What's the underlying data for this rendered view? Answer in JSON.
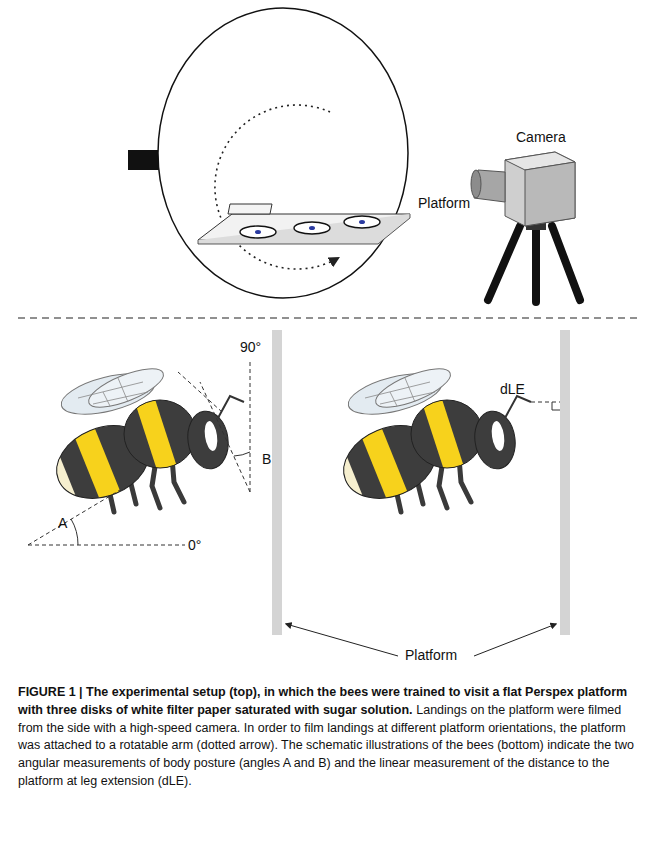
{
  "diagram": {
    "title": "FIGURE 1 | The experimental setup (top), in which the bees were trained to visit a flat Perspex platform with three disks of white filter paper saturated with sugar solution.",
    "caption": "Landings on the platform were filmed from the side with a high-speed camera. In order to film landings at different platform orientations, the platform was attached to a rotatable arm (dotted arrow). The schematic illustrations of the bees (bottom) indicate the two angular measurements of body posture (angles A and B) and the linear measurement of the distance to the platform at leg extension (dLE).",
    "labels": [
      "Platform",
      "Camera",
      "90°",
      "B",
      "A",
      "0°",
      "dLE",
      "Platform"
    ]
  }
}
